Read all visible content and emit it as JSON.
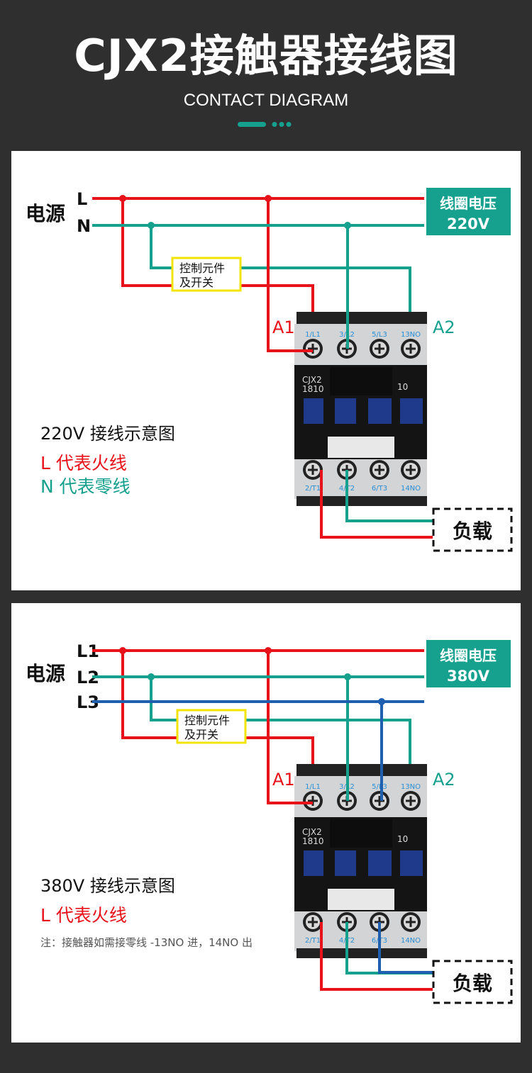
{
  "header": {
    "title": "CJX2接触器接线图",
    "subtitle": "CONTACT DIAGRAM"
  },
  "colors": {
    "live": "#e8121b",
    "neutral": "#16a08e",
    "phase3": "#1f5fb0",
    "control_box": "#f2e400",
    "background": "#2f2f2f"
  },
  "contactor": {
    "model_line1": "CJX2",
    "model_line2": "1810",
    "aux": "10",
    "top_terminals": [
      "1/L1",
      "3/L2",
      "5/L3",
      "13NO"
    ],
    "bottom_terminals": [
      "2/T1",
      "4/T2",
      "6/T3",
      "14NO"
    ],
    "a1": "A1",
    "a2": "A2"
  },
  "panels": [
    {
      "power_label": "电源",
      "lines": [
        "L",
        "N"
      ],
      "coil_label": "线圈电压",
      "coil_voltage": "220V",
      "control_label_1": "控制元件",
      "control_label_2": "及开关",
      "load_label": "负载",
      "caption": "220V 接线示意图",
      "legend": [
        {
          "text": "L 代表火线",
          "color": "live"
        },
        {
          "text": "N 代表零线",
          "color": "neutral"
        }
      ]
    },
    {
      "power_label": "电源",
      "lines": [
        "L1",
        "L2",
        "L3"
      ],
      "coil_label": "线圈电压",
      "coil_voltage": "380V",
      "control_label_1": "控制元件",
      "control_label_2": "及开关",
      "load_label": "负载",
      "caption": "380V 接线示意图",
      "legend": [
        {
          "text": "L 代表火线",
          "color": "live"
        }
      ],
      "note": "注：接触器如需接零线 -13NO 进，14NO 出"
    }
  ]
}
